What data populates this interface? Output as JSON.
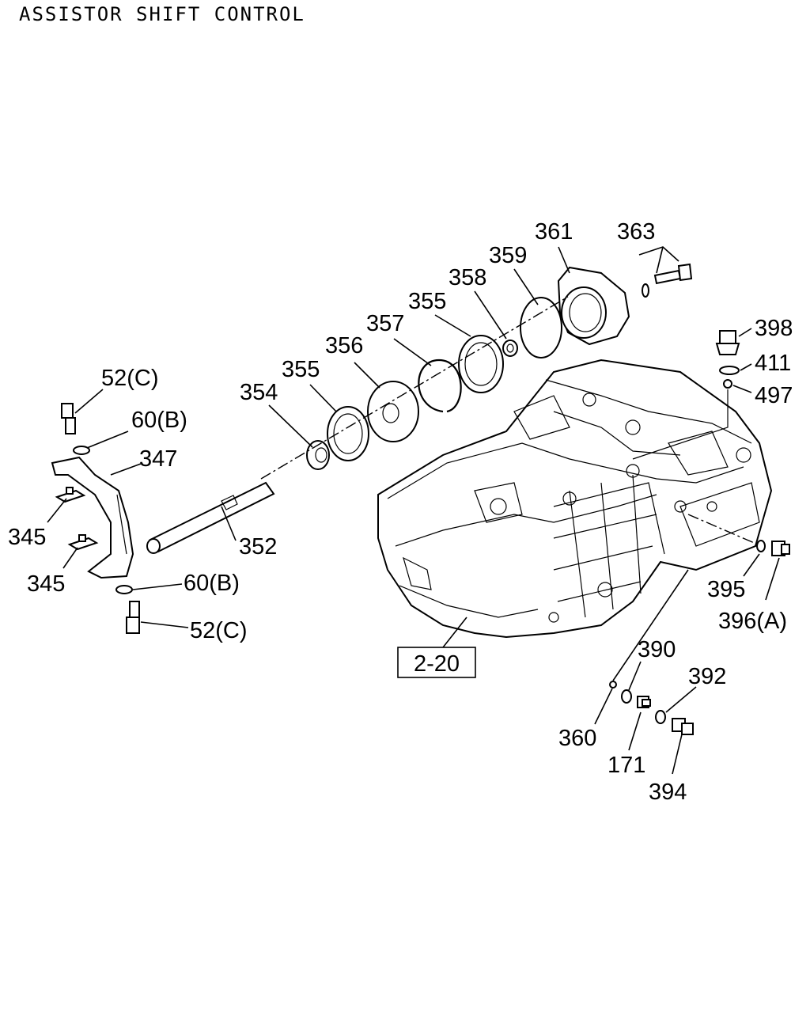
{
  "title": "ASSISTOR SHIFT CONTROL",
  "ref_box": "2-20",
  "callouts": {
    "c361": "361",
    "c363": "363",
    "c359": "359",
    "c358": "358",
    "c355a": "355",
    "c357": "357",
    "c356": "356",
    "c355b": "355",
    "c354": "354",
    "c52a": "52(C)",
    "c60a": "60(B)",
    "c347": "347",
    "c345a": "345",
    "c345b": "345",
    "c352": "352",
    "c60b": "60(B)",
    "c52b": "52(C)",
    "c398": "398",
    "c411": "411",
    "c497": "497",
    "c395": "395",
    "c396": "396(A)",
    "c390": "390",
    "c392": "392",
    "c360": "360",
    "c171": "171",
    "c394": "394"
  }
}
